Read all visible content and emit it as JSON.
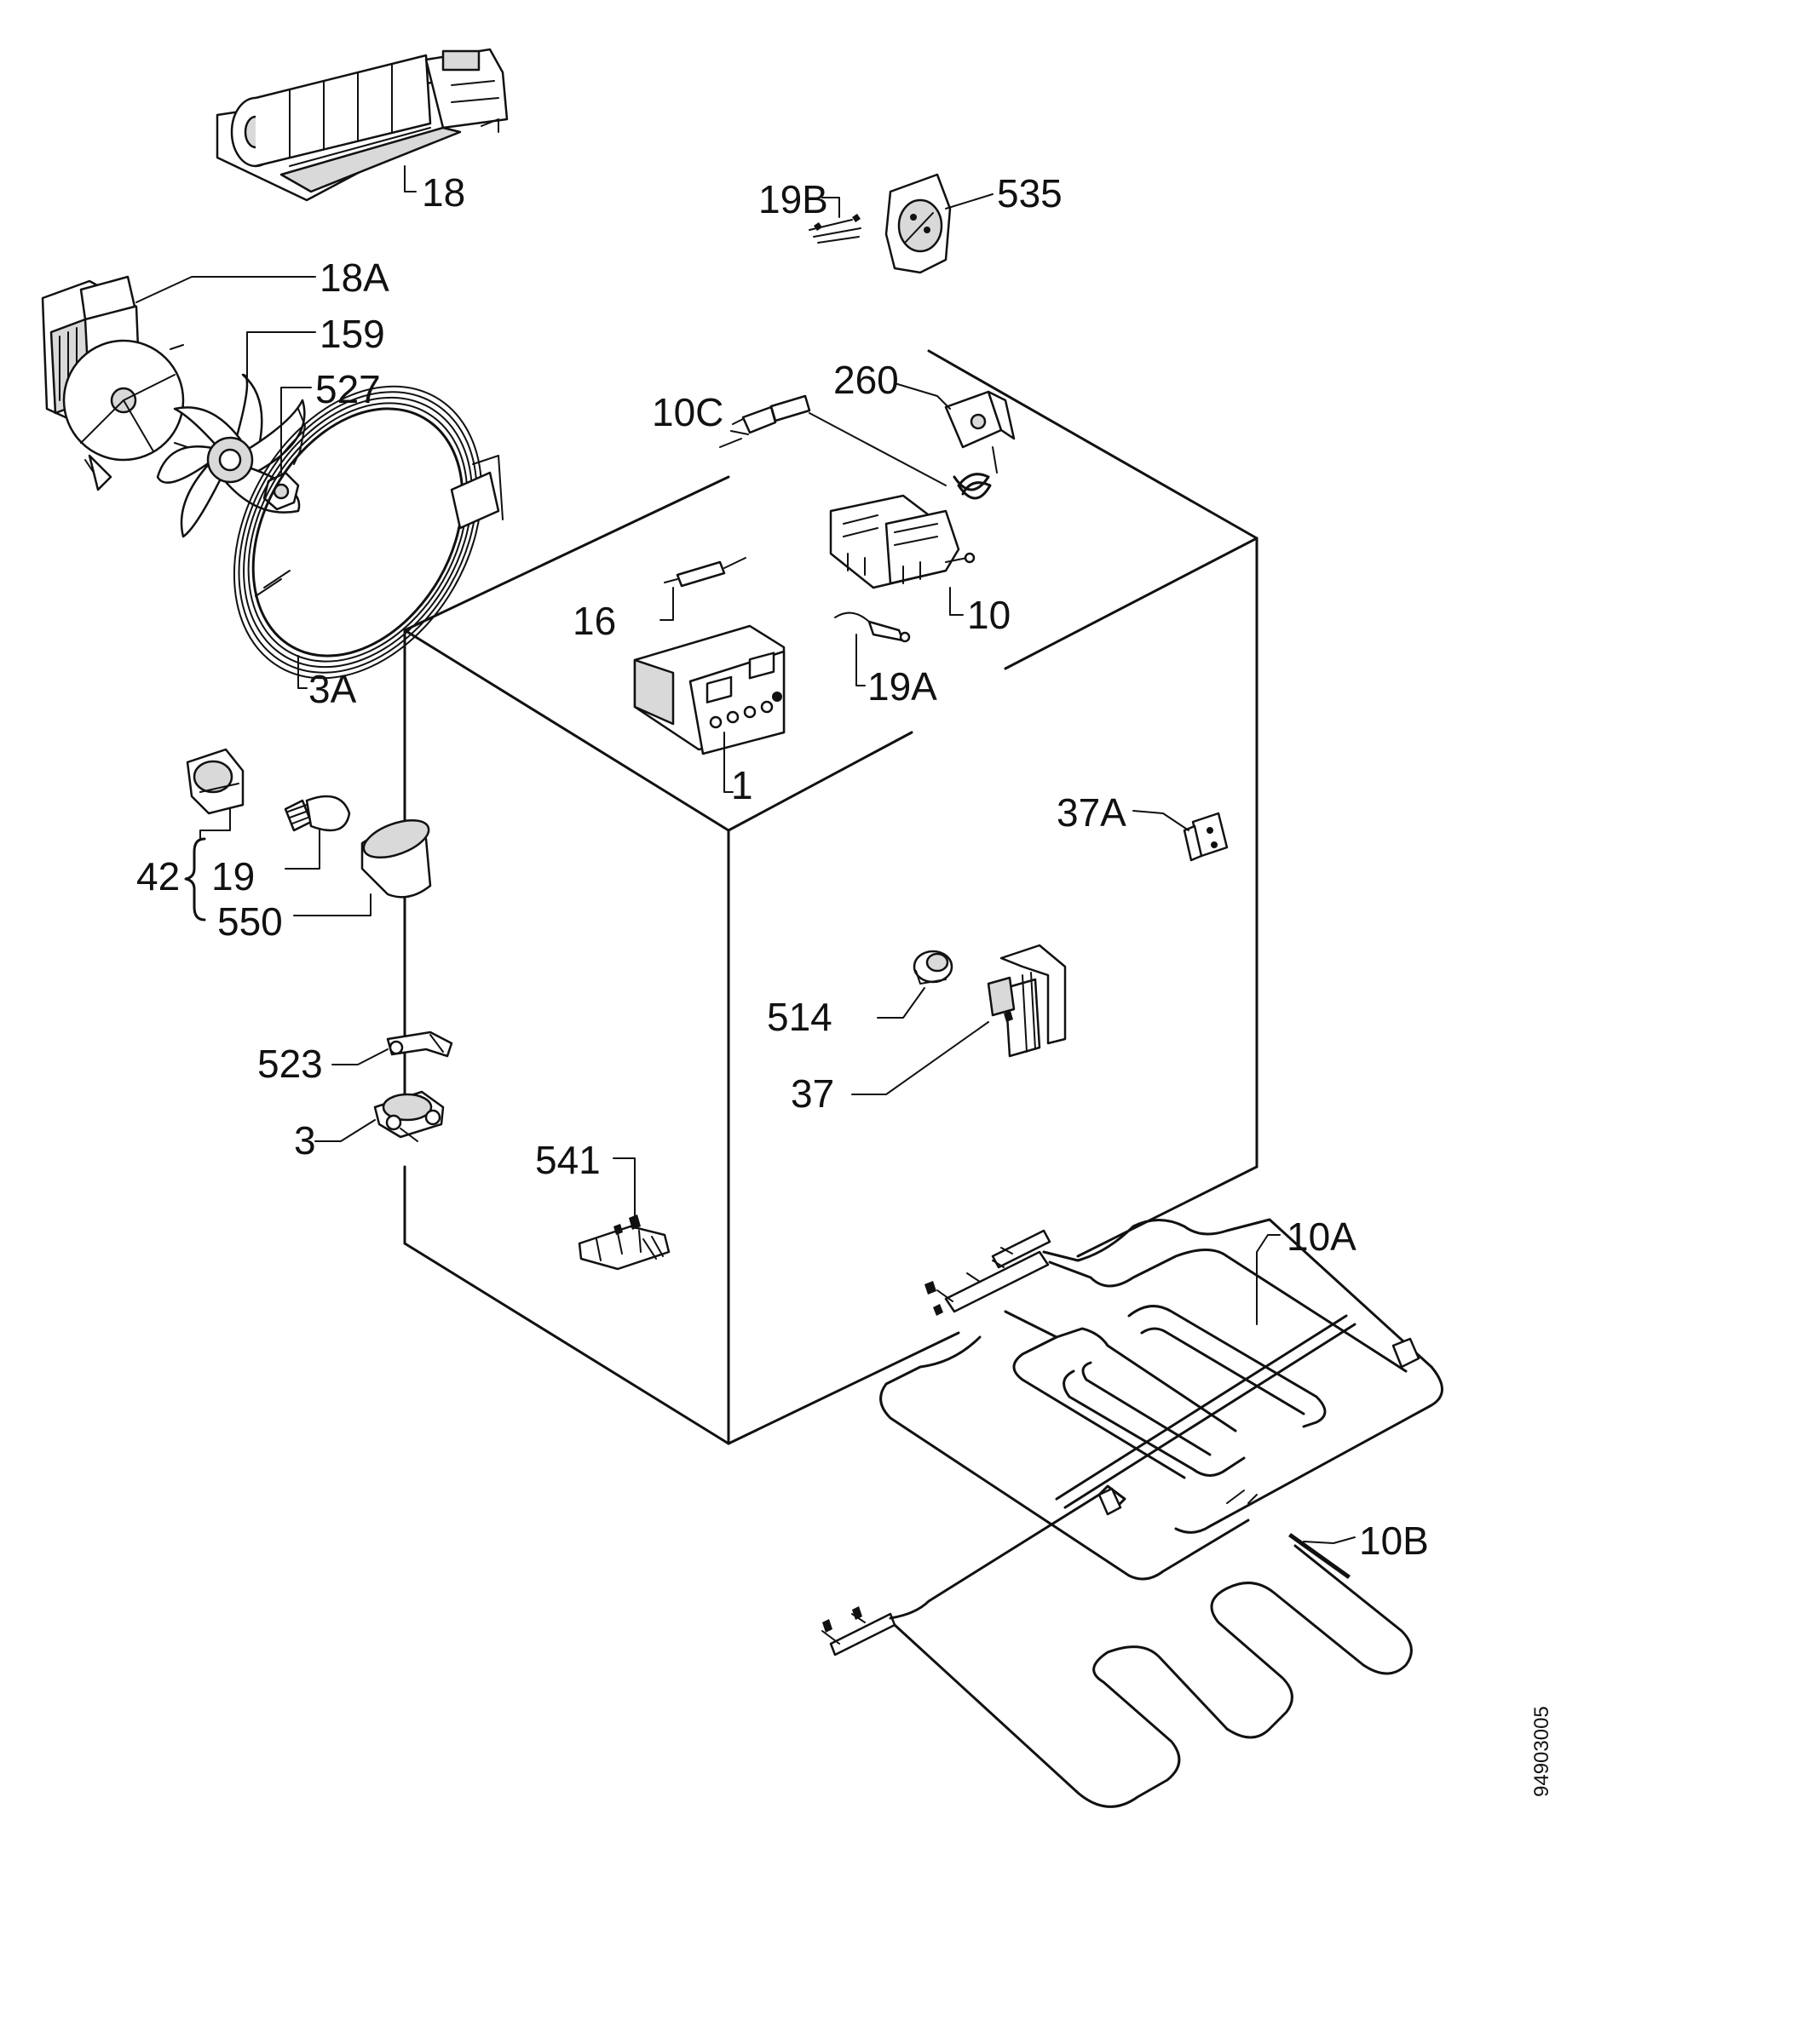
{
  "diagram": {
    "document_number": "94903005",
    "parts": [
      {
        "id": "18",
        "label": "18"
      },
      {
        "id": "19B",
        "label": "19B"
      },
      {
        "id": "535",
        "label": "535"
      },
      {
        "id": "18A",
        "label": "18A"
      },
      {
        "id": "159",
        "label": "159"
      },
      {
        "id": "527",
        "label": "527"
      },
      {
        "id": "3A",
        "label": "3A"
      },
      {
        "id": "260",
        "label": "260"
      },
      {
        "id": "10C",
        "label": "10C"
      },
      {
        "id": "16",
        "label": "16"
      },
      {
        "id": "10",
        "label": "10"
      },
      {
        "id": "19A",
        "label": "19A"
      },
      {
        "id": "1",
        "label": "1"
      },
      {
        "id": "37A",
        "label": "37A"
      },
      {
        "id": "42",
        "label": "42"
      },
      {
        "id": "19",
        "label": "19"
      },
      {
        "id": "550",
        "label": "550"
      },
      {
        "id": "514",
        "label": "514"
      },
      {
        "id": "37",
        "label": "37"
      },
      {
        "id": "523",
        "label": "523"
      },
      {
        "id": "3",
        "label": "3"
      },
      {
        "id": "541",
        "label": "541"
      },
      {
        "id": "10A",
        "label": "10A"
      },
      {
        "id": "10B",
        "label": "10B"
      }
    ]
  }
}
